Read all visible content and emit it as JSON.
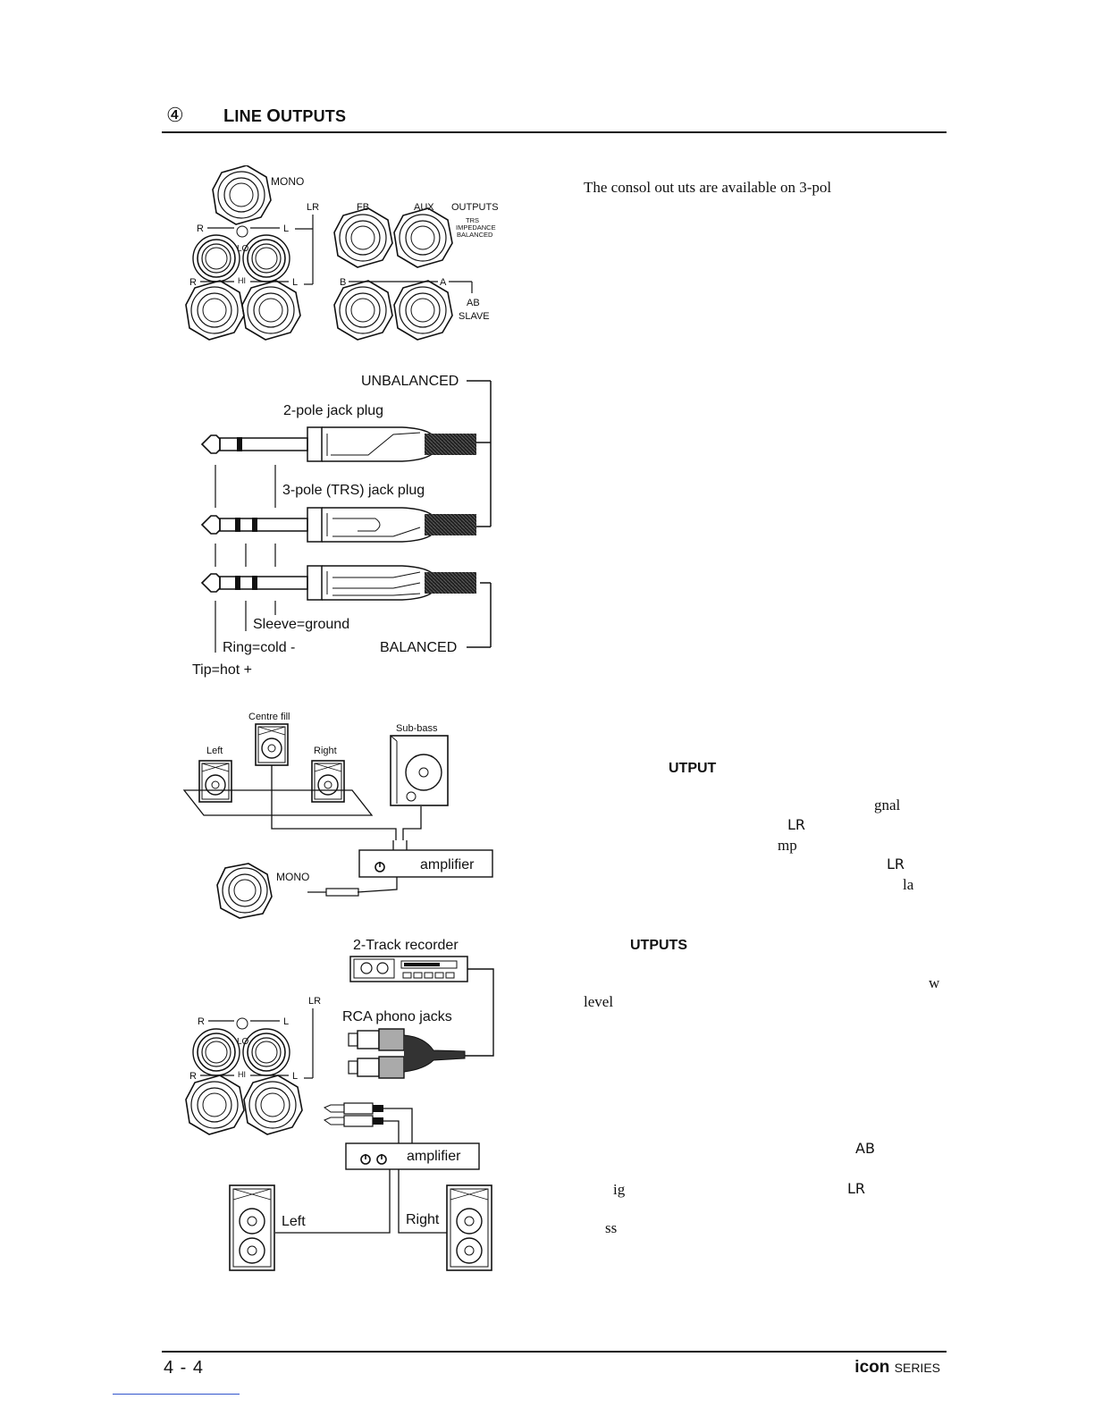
{
  "header": {
    "section_number": "④",
    "title_first_letter": "L",
    "title_rest1": "INE ",
    "title_second_letter": "O",
    "title_rest2": "UTPUTS"
  },
  "panel": {
    "mono": "MONO",
    "lr": "LR",
    "fb": "FB",
    "aux": "AUX",
    "outputs": "OUTPUTS",
    "trs": "TRS",
    "impedance": "IMPEDANCE",
    "balanced": "BALANCED",
    "r": "R",
    "l": "L",
    "lo": "LO",
    "hi": "HI",
    "b": "B",
    "a": "A",
    "ab": "AB",
    "slave": "SLAVE"
  },
  "jacks": {
    "unbalanced": "UNBALANCED",
    "two_pole": "2-pole jack plug",
    "three_pole": "3-pole (TRS) jack plug",
    "sleeve": "Sleeve=ground",
    "ring": "Ring=cold -",
    "tip": "Tip=hot +",
    "balanced": "BALANCED"
  },
  "mono_setup": {
    "centre_fill": "Centre fill",
    "left": "Left",
    "right": "Right",
    "sub_bass": "Sub-bass",
    "amplifier": "amplifier",
    "mono": "MONO"
  },
  "stereo_setup": {
    "recorder": "2-Track recorder",
    "lr": "LR",
    "r": "R",
    "l": "L",
    "lo": "LO",
    "hi": "HI",
    "rca": "RCA phono jacks",
    "amplifier": "amplifier",
    "left": "Left",
    "right": "Right"
  },
  "body_text": {
    "intro": "The consol   out  uts are available on 3-pol",
    "mono_heading": "UTPUT",
    "frag_gnal": "gnal",
    "frag_lr1": "LR",
    "frag_mp": "mp",
    "frag_lr2": "LR",
    "frag_la": "la",
    "outputs_heading": "UTPUTS",
    "frag_w": "w",
    "frag_level": "level",
    "frag_ab": "AB",
    "frag_ig": "ig",
    "frag_lr3": "LR",
    "frag_ss": "ss"
  },
  "footer": {
    "page": "4 - 4",
    "brand": "icon",
    "series": "SERIES"
  }
}
